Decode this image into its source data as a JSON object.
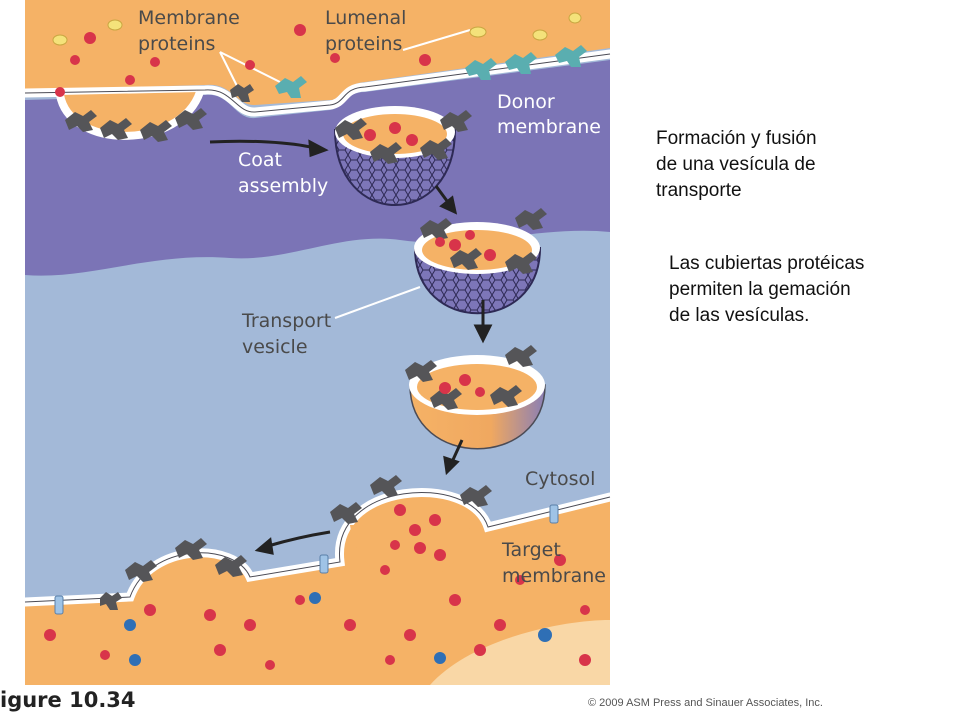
{
  "diagram": {
    "labels": {
      "membrane_proteins": [
        "Membrane",
        "proteins"
      ],
      "lumenal_proteins": [
        "Lumenal",
        "proteins"
      ],
      "donor_membrane": [
        "Donor",
        "membrane"
      ],
      "coat_assembly": [
        "Coat",
        "assembly"
      ],
      "transport_vesicle": [
        "Transport",
        "vesicle"
      ],
      "cytosol": [
        "Cytosol"
      ],
      "target_membrane": [
        "Target",
        "membrane"
      ]
    },
    "colors": {
      "lumen": "#f5b266",
      "cytosol_blue": "#a3b9d8",
      "donor_purple": "#7b74b6",
      "membrane": "#ffffff",
      "coat_gray": "#555558",
      "receptor_teal": "#5aaeb0",
      "cargo_red": "#d8344a",
      "cargo_yellow": "#f4e27a",
      "blue_protein": "#2f6fb5"
    }
  },
  "caption": {
    "title": "Formación y fusión\nde una vesícula de\ntransporte",
    "subtitle": "Las cubiertas protéicas\npermiten la gemación\nde las vesículas."
  },
  "figure_number": "igure 10.34",
  "credit": "© 2009 ASM Press and Sinauer Associates, Inc."
}
